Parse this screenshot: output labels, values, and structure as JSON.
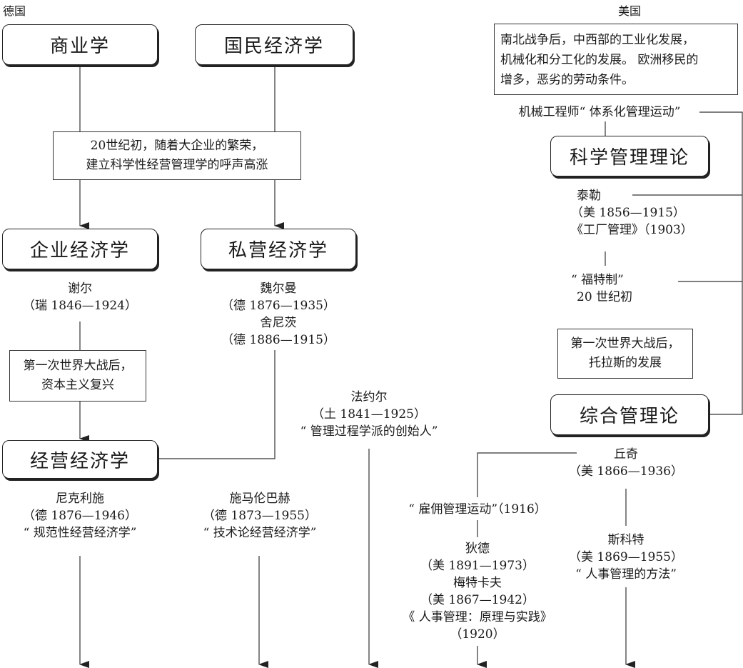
{
  "regions": {
    "left": "德国",
    "right": "美国"
  },
  "boxes": {
    "commerce": "商业学",
    "national_economics": "国民经济学",
    "enterprise_economics": "企业经济学",
    "private_economics": "私营经济学",
    "business_economics": "经营经济学",
    "scientific_management": "科学管理理论",
    "integrated_management": "综合管理论"
  },
  "notes": {
    "early_20th": [
      "20世纪初，随着大企业的繁荣，",
      "建立科学性经营管理学的呼声高涨"
    ],
    "post_war_de": [
      "第一次世界大战后，",
      "资本主义复兴"
    ],
    "us_background": [
      "南北战争后，中西部的工业化发展，",
      "机械化和分工化的发展。 欧洲移民的",
      "增多，恶劣的劳动条件。"
    ],
    "post_war_us": [
      "第一次世界大战后，",
      "托拉斯的发展"
    ]
  },
  "people": {
    "schaer": [
      "谢尔",
      "（瑞 1846—1924）"
    ],
    "weyermann": [
      "魏尔曼",
      "（德 1876—1935）",
      "舍尼茨",
      "（德 1886—1915）"
    ],
    "nicklisch": [
      "尼克利施",
      "（德 1876—1946）",
      "“ 规范性经营经济学”"
    ],
    "schmalenbach": [
      "施马伦巴赫",
      "（德 1873—1955）",
      "“ 技术论经营经济学”"
    ],
    "fayol": [
      "法约尔",
      "（土 1841—1925）",
      "“ 管理过程学派的创始人”"
    ],
    "mechanical_engineers": [
      "机械工程师“ 体系化管理运动”"
    ],
    "taylor": [
      "泰勒",
      "（美 1856—1915）",
      "《工厂管理》（1903）"
    ],
    "fordism": [
      "“ 福特制”",
      "20 世纪初"
    ],
    "church": [
      "丘奇",
      "（美 1866—1936）"
    ],
    "employment_movement": [
      "“ 雇佣管理运动”（1916）"
    ],
    "tead_metcalf": [
      "狄德",
      "（美 1891—1973）",
      "梅特卡夫",
      "（美 1867—1942）",
      "《 人事管理：原理与实践》",
      "（1920）"
    ],
    "scott": [
      "斯科特",
      "（美 1869—1955）",
      "“ 人事管理的方法”"
    ]
  }
}
